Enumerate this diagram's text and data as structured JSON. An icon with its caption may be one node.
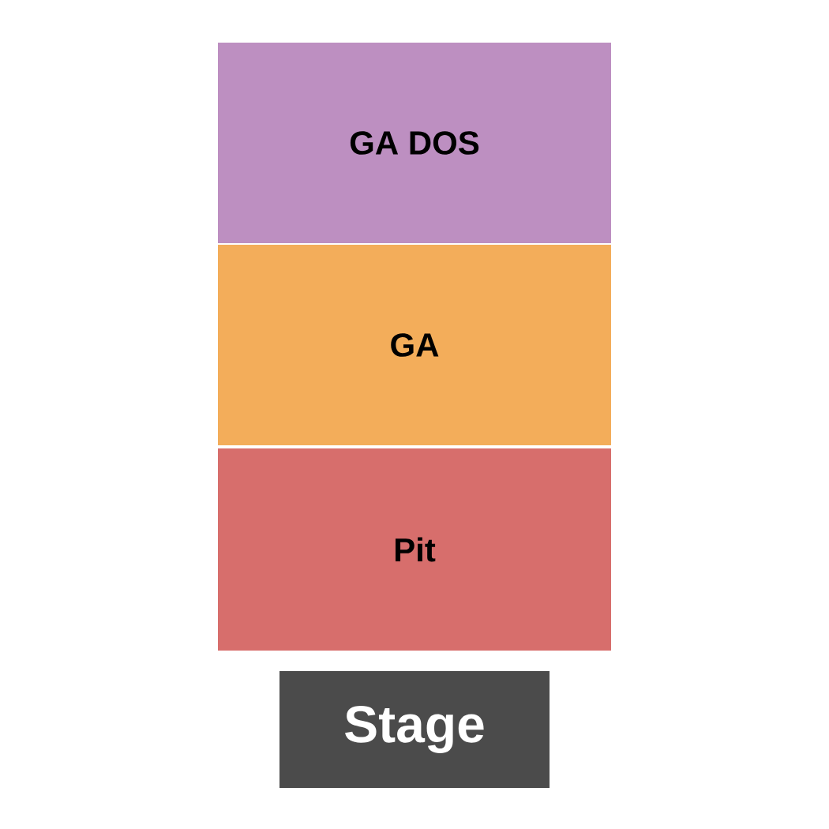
{
  "diagram": {
    "nodes": [
      {
        "text": [
          "GA DOS"
        ]
      },
      {
        "text": [
          "GA"
        ]
      },
      {
        "text": [
          "Pit"
        ]
      },
      {
        "text": [
          "Stage"
        ]
      }
    ]
  }
}
